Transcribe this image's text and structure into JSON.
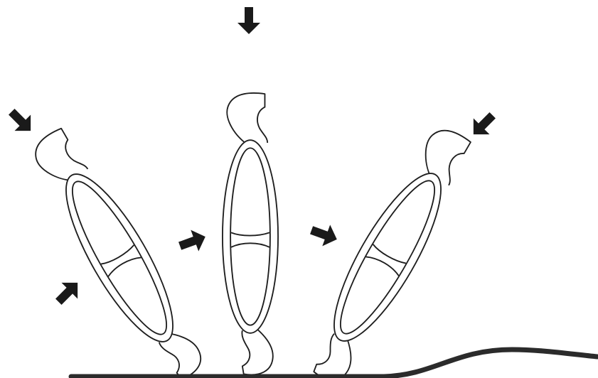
{
  "watermark": {
    "top_fragment": "",
    "bottom_fragment": ""
  },
  "colors": {
    "ink": "#1a1a1a",
    "stroke": "#1e1e1e",
    "ground": "#2b2b2b",
    "watermark": "#f2f2f2",
    "background": "#ffffff"
  },
  "diagram": {
    "figures": [
      {
        "name": "flipper-tilted-left",
        "tilt_deg": -30
      },
      {
        "name": "flipper-upright",
        "tilt_deg": 0
      },
      {
        "name": "flipper-tilted-right",
        "tilt_deg": 30
      }
    ],
    "arrows": [
      {
        "name": "arrow-top-center",
        "direction_deg": 180
      },
      {
        "name": "arrow-top-left",
        "direction_deg": 135
      },
      {
        "name": "arrow-top-right",
        "direction_deg": 225
      },
      {
        "name": "arrow-lower-left",
        "direction_deg": 45
      },
      {
        "name": "arrow-mid-center",
        "direction_deg": 70
      },
      {
        "name": "arrow-mid-right",
        "direction_deg": 110
      }
    ],
    "icons": [
      "arrow-icon",
      "flipper-icon",
      "ground-line"
    ]
  }
}
